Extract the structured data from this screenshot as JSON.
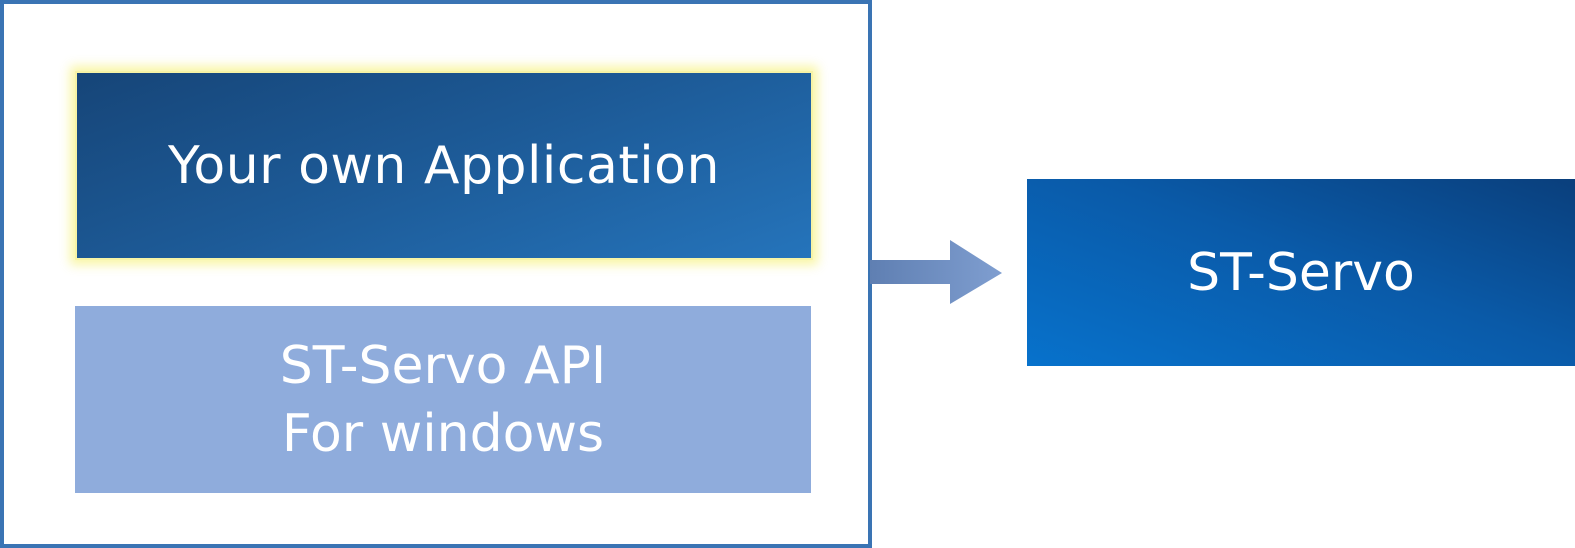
{
  "diagram": {
    "application_label": "Your own Application",
    "api_label_line1": "ST-Servo API",
    "api_label_line2": "For windows",
    "servo_label": "ST-Servo"
  },
  "colors": {
    "frame_border": "#3a74b4",
    "application_fill": "#1d5b98",
    "application_glow": "#f6f3a6",
    "api_fill": "#8facdc",
    "servo_fill": "#0a5aa8",
    "arrow_fill": "#6f8fc0"
  }
}
